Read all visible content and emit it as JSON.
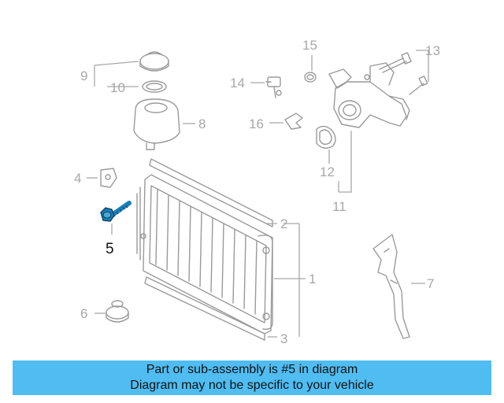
{
  "callouts": {
    "c1": "1",
    "c2": "2",
    "c3": "3",
    "c4": "4",
    "c5": "5",
    "c6": "6",
    "c7": "7",
    "c8": "8",
    "c9": "9",
    "c10": "10",
    "c11": "11",
    "c12": "12",
    "c13": "13",
    "c14": "14",
    "c15": "15",
    "c16": "16"
  },
  "highlighted_part": "5",
  "banner": {
    "line1": "Part or sub-assembly is #5 in diagram",
    "line2": "Diagram may not be specific to your vehicle"
  },
  "colors": {
    "banner_bg": "#4fbdf2",
    "highlight": "#1a7fb8",
    "part_lines": "#9a9a9a",
    "callout_text": "#a8a8a8"
  }
}
